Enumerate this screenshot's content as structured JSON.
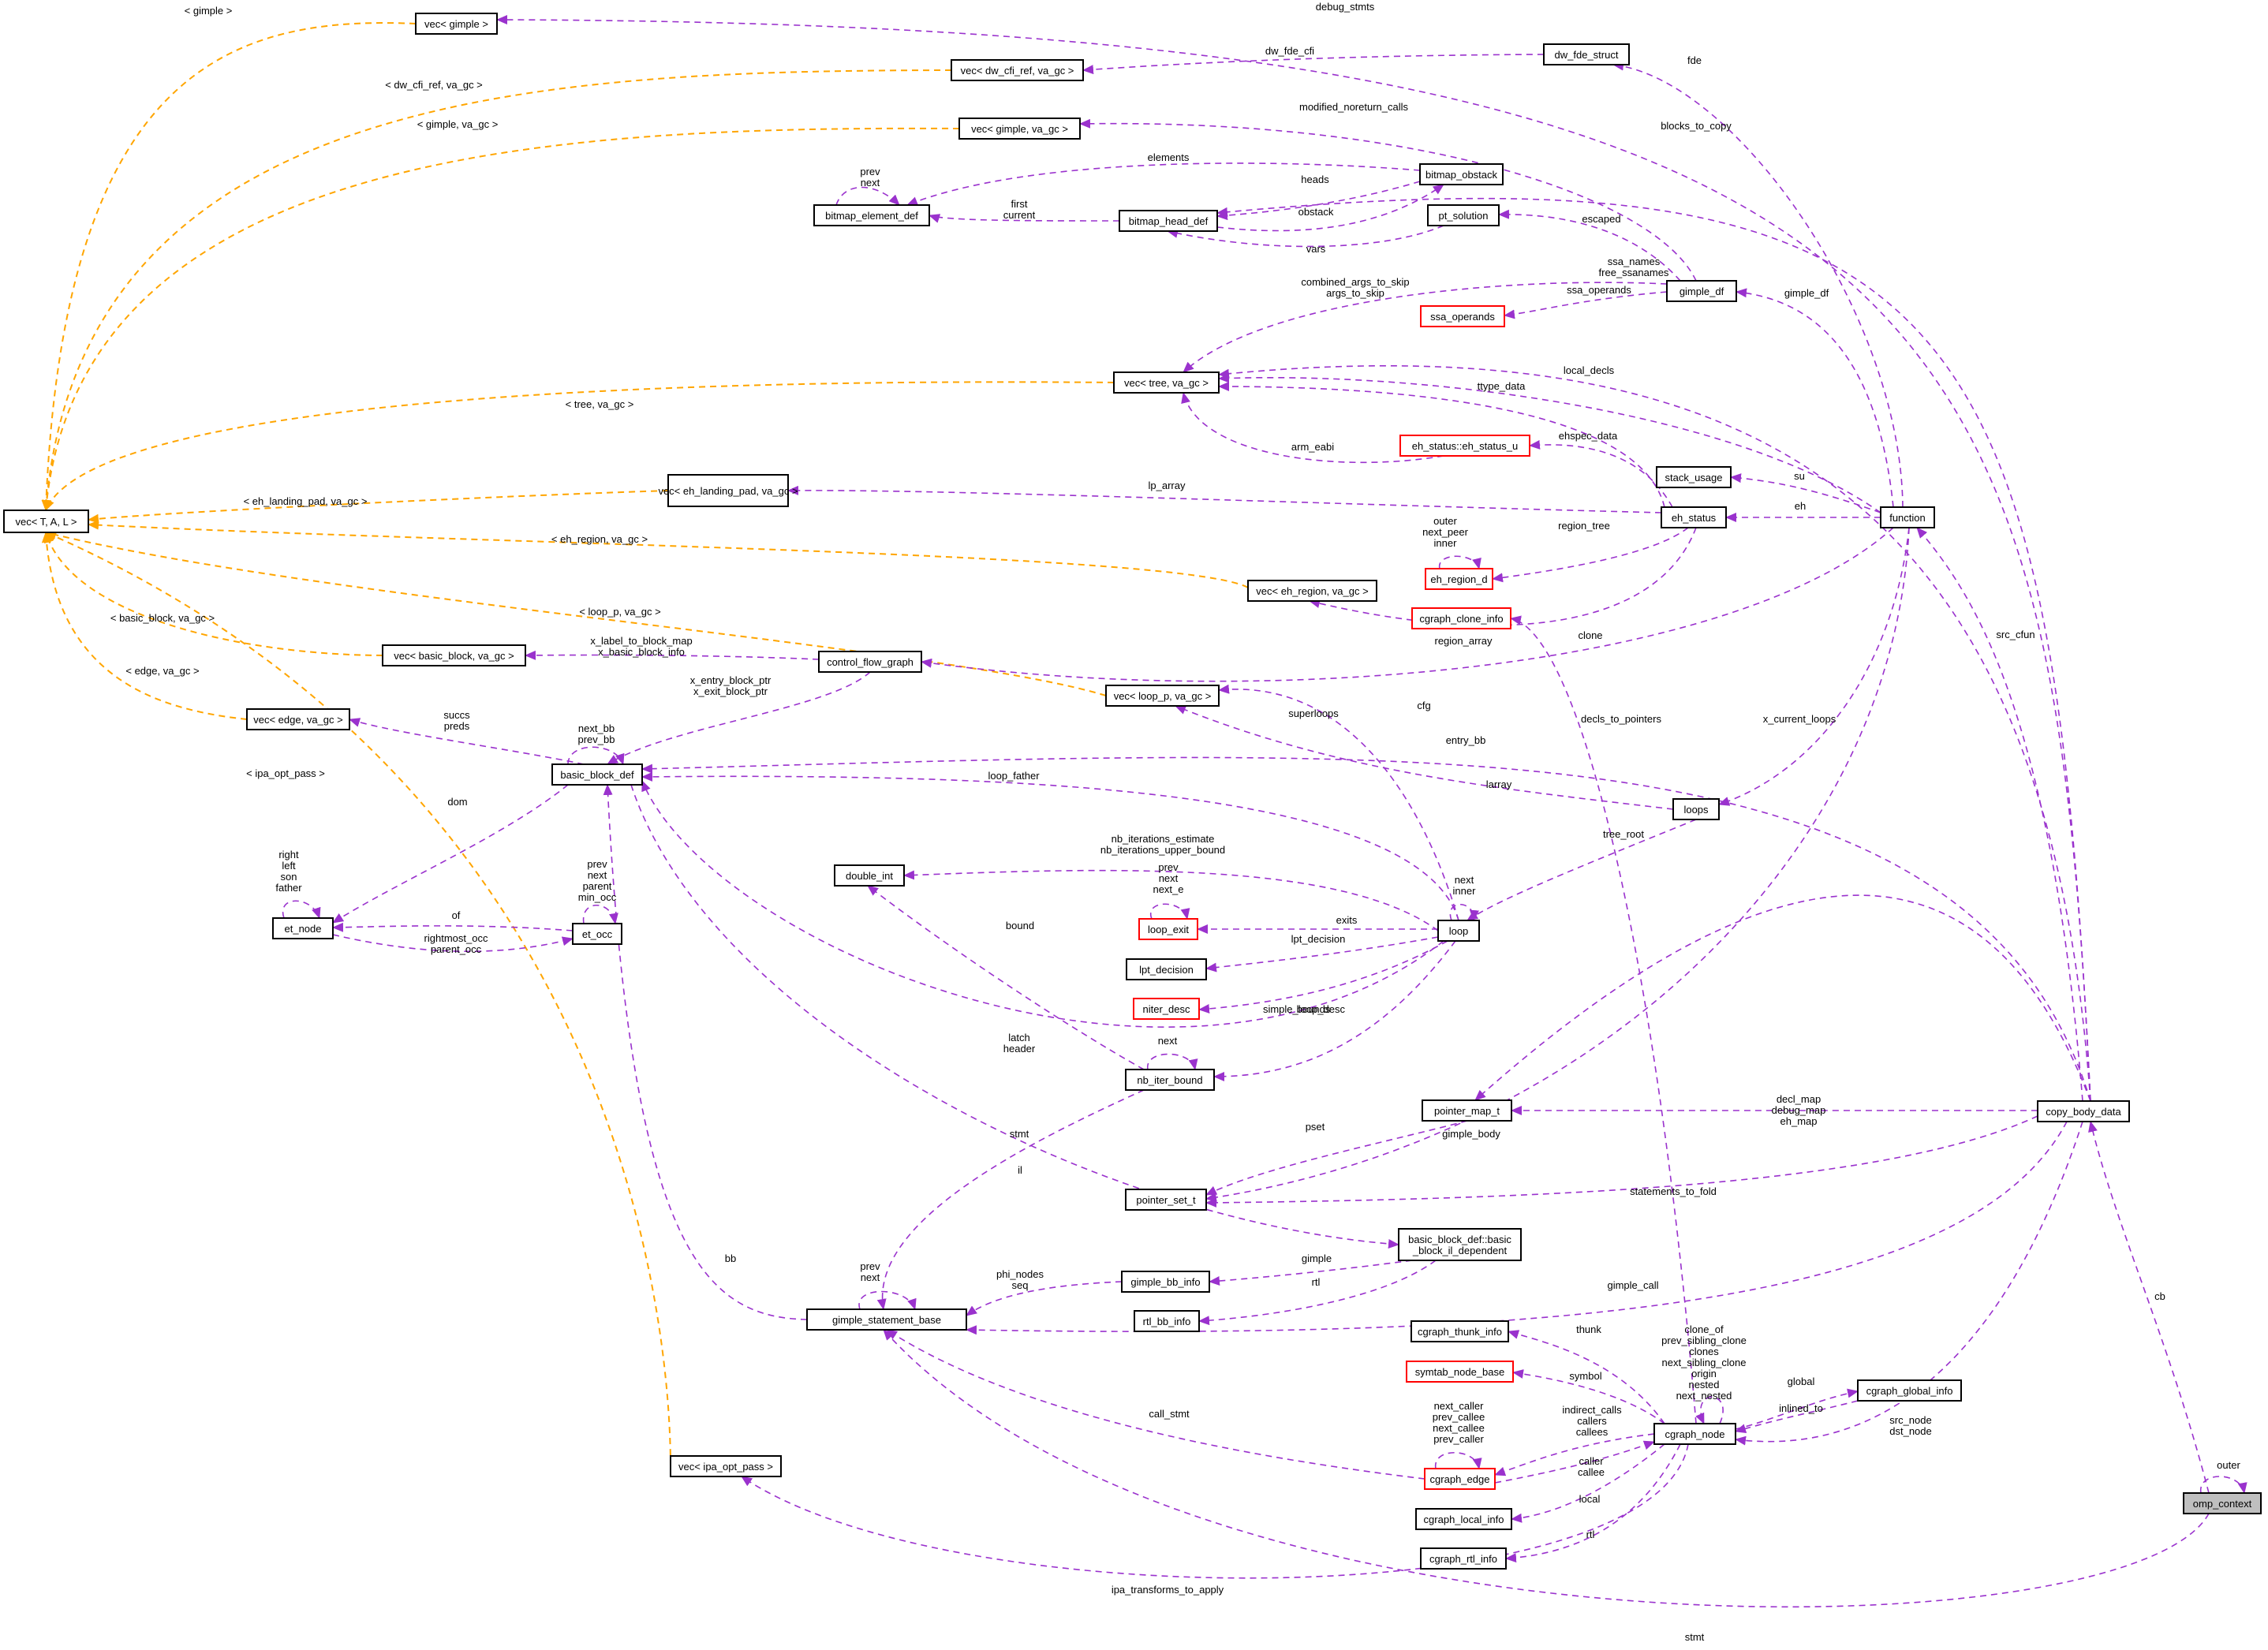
{
  "colors": {
    "member_edge": "#9A32CD",
    "template_edge": "#FFA500",
    "node_border": "#000000",
    "incomplete_border": "#FF0000",
    "focus_fill": "#BFBFBF",
    "text": "#000000"
  },
  "nodes": [
    {
      "id": "vecTAL",
      "label": "vec< T, A, L >",
      "style": "normal"
    },
    {
      "id": "vecGimple",
      "label": "vec< gimple >",
      "style": "normal"
    },
    {
      "id": "vecDwCfi",
      "label": "vec< dw_cfi_ref, va_gc >",
      "style": "normal"
    },
    {
      "id": "vecGimpleGc",
      "label": "vec< gimple, va_gc >",
      "style": "normal"
    },
    {
      "id": "bitmapElem",
      "label": "bitmap_element_def",
      "style": "normal"
    },
    {
      "id": "bitmapHead",
      "label": "bitmap_head_def",
      "style": "normal"
    },
    {
      "id": "bitmapObstack",
      "label": "bitmap_obstack",
      "style": "normal"
    },
    {
      "id": "ptSolution",
      "label": "pt_solution",
      "style": "normal"
    },
    {
      "id": "dwFde",
      "label": "dw_fde_struct",
      "style": "normal"
    },
    {
      "id": "gimpleDf",
      "label": "gimple_df",
      "style": "normal"
    },
    {
      "id": "ssaOperands",
      "label": "ssa_operands",
      "style": "incomplete"
    },
    {
      "id": "vecTree",
      "label": "vec< tree, va_gc >",
      "style": "normal"
    },
    {
      "id": "ehStatusU",
      "label": "eh_status::eh_status_u",
      "style": "incomplete"
    },
    {
      "id": "vecEhLanding",
      "label": "vec< eh_landing_pad, va_gc >",
      "style": "normal"
    },
    {
      "id": "stackUsage",
      "label": "stack_usage",
      "style": "normal"
    },
    {
      "id": "ehStatus",
      "label": "eh_status",
      "style": "normal"
    },
    {
      "id": "function",
      "label": "function",
      "style": "normal"
    },
    {
      "id": "ehRegion",
      "label": "eh_region_d",
      "style": "incomplete"
    },
    {
      "id": "vecEhRegion",
      "label": "vec< eh_region, va_gc >",
      "style": "normal"
    },
    {
      "id": "cgraphClone",
      "label": "cgraph_clone_info",
      "style": "incomplete"
    },
    {
      "id": "vecBB",
      "label": "vec< basic_block, va_gc >",
      "style": "normal"
    },
    {
      "id": "cfg",
      "label": "control_flow_graph",
      "style": "normal"
    },
    {
      "id": "vecLoop",
      "label": "vec< loop_p, va_gc >",
      "style": "normal"
    },
    {
      "id": "vecEdge",
      "label": "vec< edge, va_gc >",
      "style": "normal"
    },
    {
      "id": "bbDef",
      "label": "basic_block_def",
      "style": "normal"
    },
    {
      "id": "loops",
      "label": "loops",
      "style": "normal"
    },
    {
      "id": "etNode",
      "label": "et_node",
      "style": "normal"
    },
    {
      "id": "etOcc",
      "label": "et_occ",
      "style": "normal"
    },
    {
      "id": "doubleInt",
      "label": "double_int",
      "style": "normal"
    },
    {
      "id": "loopExit",
      "label": "loop_exit",
      "style": "incomplete"
    },
    {
      "id": "loop",
      "label": "loop",
      "style": "normal"
    },
    {
      "id": "lptDecision",
      "label": "lpt_decision",
      "style": "normal"
    },
    {
      "id": "niterDesc",
      "label": "niter_desc",
      "style": "incomplete"
    },
    {
      "id": "nbIterBound",
      "label": "nb_iter_bound",
      "style": "normal"
    },
    {
      "id": "pointerMap",
      "label": "pointer_map_t",
      "style": "normal"
    },
    {
      "id": "copyBody",
      "label": "copy_body_data",
      "style": "normal"
    },
    {
      "id": "pointerSet",
      "label": "pointer_set_t",
      "style": "normal"
    },
    {
      "id": "bbIlDep",
      "label": "basic_block_def::basic\n_block_il_dependent",
      "style": "normal"
    },
    {
      "id": "gimpleBBInfo",
      "label": "gimple_bb_info",
      "style": "normal"
    },
    {
      "id": "rtlBBInfo",
      "label": "rtl_bb_info",
      "style": "normal"
    },
    {
      "id": "gimpleStmt",
      "label": "gimple_statement_base",
      "style": "normal"
    },
    {
      "id": "cgraphThunk",
      "label": "cgraph_thunk_info",
      "style": "normal"
    },
    {
      "id": "symtabNode",
      "label": "symtab_node_base",
      "style": "incomplete"
    },
    {
      "id": "cgraphGlobal",
      "label": "cgraph_global_info",
      "style": "normal"
    },
    {
      "id": "cgraphNode",
      "label": "cgraph_node",
      "style": "normal"
    },
    {
      "id": "cgraphEdge",
      "label": "cgraph_edge",
      "style": "incomplete"
    },
    {
      "id": "vecIpa",
      "label": "vec< ipa_opt_pass >",
      "style": "normal"
    },
    {
      "id": "cgraphLocal",
      "label": "cgraph_local_info",
      "style": "normal"
    },
    {
      "id": "cgraphRtl",
      "label": "cgraph_rtl_info",
      "style": "normal"
    },
    {
      "id": "ompContext",
      "label": "omp_context",
      "style": "focus"
    }
  ],
  "edges": [
    {
      "from": "vecGimple",
      "to": "vecTAL",
      "label": "< gimple >",
      "kind": "template"
    },
    {
      "from": "vecDwCfi",
      "to": "vecTAL",
      "label": "< dw_cfi_ref, va_gc >",
      "kind": "template"
    },
    {
      "from": "vecGimpleGc",
      "to": "vecTAL",
      "label": "< gimple, va_gc >",
      "kind": "template"
    },
    {
      "from": "vecTree",
      "to": "vecTAL",
      "label": "< tree, va_gc >",
      "kind": "template"
    },
    {
      "from": "vecEhLanding",
      "to": "vecTAL",
      "label": "< eh_landing_pad, va_gc >",
      "kind": "template"
    },
    {
      "from": "vecEhRegion",
      "to": "vecTAL",
      "label": "< eh_region, va_gc >",
      "kind": "template"
    },
    {
      "from": "vecLoop",
      "to": "vecTAL",
      "label": "< loop_p, va_gc >",
      "kind": "template"
    },
    {
      "from": "vecBB",
      "to": "vecTAL",
      "label": "< basic_block, va_gc >",
      "kind": "template"
    },
    {
      "from": "vecEdge",
      "to": "vecTAL",
      "label": "< edge, va_gc >",
      "kind": "template"
    },
    {
      "from": "vecIpa",
      "to": "vecTAL",
      "label": "< ipa_opt_pass >",
      "kind": "template"
    },
    {
      "from": "copyBody",
      "to": "vecGimple",
      "label": "debug_stmts",
      "kind": "member"
    },
    {
      "from": "dwFde",
      "to": "vecDwCfi",
      "label": "dw_fde_cfi",
      "kind": "member"
    },
    {
      "from": "function",
      "to": "dwFde",
      "label": "fde",
      "kind": "member"
    },
    {
      "from": "gimpleDf",
      "to": "vecGimpleGc",
      "label": "modified_noreturn_calls",
      "kind": "member"
    },
    {
      "from": "copyBody",
      "to": "bitmapHead",
      "label": "blocks_to_copy",
      "kind": "member"
    },
    {
      "from": "bitmapHead",
      "to": "bitmapElem",
      "label": "first\ncurrent",
      "kind": "member"
    },
    {
      "from": "bitmapElem",
      "to": "bitmapElem",
      "label": "prev\nnext",
      "kind": "member"
    },
    {
      "from": "bitmapObstack",
      "to": "bitmapElem",
      "label": "elements",
      "kind": "member"
    },
    {
      "from": "bitmapObstack",
      "to": "bitmapHead",
      "label": "heads",
      "kind": "member"
    },
    {
      "from": "bitmapHead",
      "to": "bitmapObstack",
      "label": "obstack",
      "kind": "member"
    },
    {
      "from": "ptSolution",
      "to": "bitmapHead",
      "label": "vars",
      "kind": "member"
    },
    {
      "from": "gimpleDf",
      "to": "ptSolution",
      "label": "escaped",
      "kind": "member"
    },
    {
      "from": "function",
      "to": "gimpleDf",
      "label": "gimple_df",
      "kind": "member"
    },
    {
      "from": "gimpleDf",
      "to": "ssaOperands",
      "label": "ssa_operands",
      "kind": "member"
    },
    {
      "from": "gimpleDf",
      "to": "vecTree",
      "label": "ssa_names\nfree_ssanames",
      "kind": "member"
    },
    {
      "from": "copyBody",
      "to": "vecTree",
      "label": "combined_args_to_skip\nargs_to_skip",
      "kind": "member"
    },
    {
      "from": "function",
      "to": "vecTree",
      "label": "local_decls",
      "kind": "member"
    },
    {
      "from": "ehStatus",
      "to": "vecTree",
      "label": "ttype_data",
      "kind": "member"
    },
    {
      "from": "ehStatusU",
      "to": "vecTree",
      "label": "arm_eabi",
      "kind": "member"
    },
    {
      "from": "ehStatus",
      "to": "ehStatusU",
      "label": "ehspec_data",
      "kind": "member"
    },
    {
      "from": "ehStatus",
      "to": "vecEhLanding",
      "label": "lp_array",
      "kind": "member"
    },
    {
      "from": "function",
      "to": "stackUsage",
      "label": "su",
      "kind": "member"
    },
    {
      "from": "function",
      "to": "ehStatus",
      "label": "eh",
      "kind": "member"
    },
    {
      "from": "ehStatus",
      "to": "ehRegion",
      "label": "region_tree",
      "kind": "member"
    },
    {
      "from": "ehRegion",
      "to": "ehRegion",
      "label": "outer\nnext_peer\ninner",
      "kind": "member"
    },
    {
      "from": "ehStatus",
      "to": "vecEhRegion",
      "label": "region_array",
      "kind": "member"
    },
    {
      "from": "cgraphNode",
      "to": "cgraphClone",
      "label": "clone",
      "kind": "member"
    },
    {
      "from": "cfg",
      "to": "vecBB",
      "label": "x_label_to_block_map\nx_basic_block_info",
      "kind": "member"
    },
    {
      "from": "function",
      "to": "cfg",
      "label": "cfg",
      "kind": "member"
    },
    {
      "from": "cfg",
      "to": "bbDef",
      "label": "x_entry_block_ptr\nx_exit_block_ptr",
      "kind": "member"
    },
    {
      "from": "loop",
      "to": "vecLoop",
      "label": "superloops",
      "kind": "member"
    },
    {
      "from": "loops",
      "to": "vecLoop",
      "label": "larray",
      "kind": "member"
    },
    {
      "from": "bbDef",
      "to": "vecEdge",
      "label": "succs\npreds",
      "kind": "member"
    },
    {
      "from": "bbDef",
      "to": "bbDef",
      "label": "next_bb\nprev_bb",
      "kind": "member"
    },
    {
      "from": "copyBody",
      "to": "bbDef",
      "label": "entry_bb",
      "kind": "member"
    },
    {
      "from": "copyBody",
      "to": "pointerMap",
      "label": "decls_to_pointers",
      "kind": "member"
    },
    {
      "from": "function",
      "to": "loops",
      "label": "x_current_loops",
      "kind": "member"
    },
    {
      "from": "loop",
      "to": "bbDef",
      "label": "loop_father",
      "kind": "member"
    },
    {
      "from": "bbDef",
      "to": "etNode",
      "label": "dom",
      "kind": "member"
    },
    {
      "from": "etNode",
      "to": "etNode",
      "label": "right\nleft\nson\nfather",
      "kind": "member"
    },
    {
      "from": "etOcc",
      "to": "etNode",
      "label": "of",
      "kind": "member"
    },
    {
      "from": "etNode",
      "to": "etOcc",
      "label": "rightmost_occ\nparent_occ",
      "kind": "member"
    },
    {
      "from": "etOcc",
      "to": "etOcc",
      "label": "prev\nnext\nparent\nmin_occ",
      "kind": "member"
    },
    {
      "from": "loop",
      "to": "doubleInt",
      "label": "nb_iterations_estimate\nnb_iterations_upper_bound",
      "kind": "member"
    },
    {
      "from": "loops",
      "to": "loop",
      "label": "tree_root",
      "kind": "member"
    },
    {
      "from": "loop",
      "to": "loop",
      "label": "next\ninner",
      "kind": "member"
    },
    {
      "from": "loopExit",
      "to": "loopExit",
      "label": "prev\nnext\nnext_e",
      "kind": "member"
    },
    {
      "from": "loop",
      "to": "loopExit",
      "label": "exits",
      "kind": "member"
    },
    {
      "from": "loop",
      "to": "lptDecision",
      "label": "lpt_decision",
      "kind": "member"
    },
    {
      "from": "loop",
      "to": "niterDesc",
      "label": "simple_loop_desc",
      "kind": "member"
    },
    {
      "from": "nbIterBound",
      "to": "doubleInt",
      "label": "bound",
      "kind": "member"
    },
    {
      "from": "loop",
      "to": "nbIterBound",
      "label": "bounds",
      "kind": "member"
    },
    {
      "from": "nbIterBound",
      "to": "nbIterBound",
      "label": "next",
      "kind": "member"
    },
    {
      "from": "loop",
      "to": "bbDef",
      "label": "latch\nheader",
      "kind": "member"
    },
    {
      "from": "copyBody",
      "to": "pointerMap",
      "label": "decl_map\ndebug_map\neh_map",
      "kind": "member"
    },
    {
      "from": "copyBody",
      "to": "function",
      "label": "src_cfun",
      "kind": "member"
    },
    {
      "from": "nbIterBound",
      "to": "gimpleStmt",
      "label": "stmt",
      "kind": "member"
    },
    {
      "from": "pointerMap",
      "to": "pointerSet",
      "label": "pset",
      "kind": "member"
    },
    {
      "from": "function",
      "to": "pointerSet",
      "label": "gimple_body",
      "kind": "member"
    },
    {
      "from": "copyBody",
      "to": "pointerSet",
      "label": "statements_to_fold",
      "kind": "member"
    },
    {
      "from": "bbDef",
      "to": "bbIlDep",
      "label": "il",
      "kind": "member"
    },
    {
      "from": "bbIlDep",
      "to": "gimpleBBInfo",
      "label": "gimple",
      "kind": "member"
    },
    {
      "from": "bbIlDep",
      "to": "rtlBBInfo",
      "label": "rtl",
      "kind": "member"
    },
    {
      "from": "gimpleBBInfo",
      "to": "gimpleStmt",
      "label": "phi_nodes\nseq",
      "kind": "member"
    },
    {
      "from": "gimpleStmt",
      "to": "bbDef",
      "label": "bb",
      "kind": "member"
    },
    {
      "from": "gimpleStmt",
      "to": "gimpleStmt",
      "label": "prev\nnext",
      "kind": "member"
    },
    {
      "from": "copyBody",
      "to": "gimpleStmt",
      "label": "gimple_call",
      "kind": "member"
    },
    {
      "from": "cgraphNode",
      "to": "cgraphThunk",
      "label": "thunk",
      "kind": "member"
    },
    {
      "from": "cgraphNode",
      "to": "symtabNode",
      "label": "symbol",
      "kind": "member"
    },
    {
      "from": "cgraphNode",
      "to": "cgraphNode",
      "label": "clone_of\nprev_sibling_clone\nclones\nnext_sibling_clone\norigin\nnested\nnext_nested",
      "kind": "member"
    },
    {
      "from": "cgraphNode",
      "to": "cgraphGlobal",
      "label": "global",
      "kind": "member"
    },
    {
      "from": "cgraphGlobal",
      "to": "cgraphNode",
      "label": "inlined_to",
      "kind": "member"
    },
    {
      "from": "copyBody",
      "to": "cgraphNode",
      "label": "src_node\ndst_node",
      "kind": "member"
    },
    {
      "from": "cgraphNode",
      "to": "cgraphEdge",
      "label": "indirect_calls\ncallers\ncallees",
      "kind": "member"
    },
    {
      "from": "cgraphEdge",
      "to": "cgraphEdge",
      "label": "next_caller\nprev_callee\nnext_callee\nprev_caller",
      "kind": "member"
    },
    {
      "from": "cgraphEdge",
      "to": "gimpleStmt",
      "label": "call_stmt",
      "kind": "member"
    },
    {
      "from": "cgraphEdge",
      "to": "cgraphNode",
      "label": "caller\ncallee",
      "kind": "member"
    },
    {
      "from": "cgraphNode",
      "to": "cgraphLocal",
      "label": "local",
      "kind": "member"
    },
    {
      "from": "cgraphNode",
      "to": "cgraphRtl",
      "label": "rtl",
      "kind": "member"
    },
    {
      "from": "cgraphNode",
      "to": "vecIpa",
      "label": "ipa_transforms_to_apply",
      "kind": "member"
    },
    {
      "from": "ompContext",
      "to": "copyBody",
      "label": "cb",
      "kind": "member"
    },
    {
      "from": "ompContext",
      "to": "ompContext",
      "label": "outer",
      "kind": "member"
    },
    {
      "from": "ompContext",
      "to": "gimpleStmt",
      "label": "stmt",
      "kind": "member"
    }
  ]
}
